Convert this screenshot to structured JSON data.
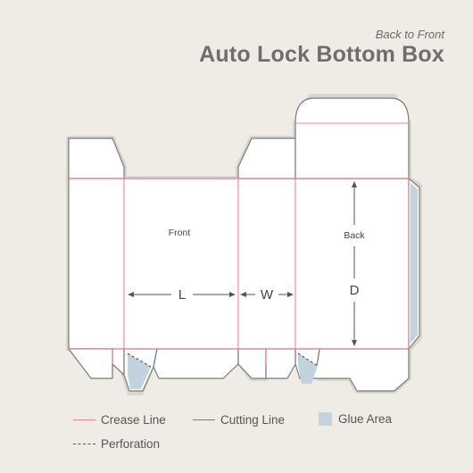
{
  "header": {
    "subtitle": "Back to Front",
    "title": "Auto Lock Bottom Box"
  },
  "panels": {
    "front": "Front",
    "back": "Back"
  },
  "dimensions": {
    "length": "L",
    "width": "W",
    "depth": "D"
  },
  "legend": {
    "crease": "Crease Line",
    "cutting": "Cutting Line",
    "glue": "Glue Area",
    "perforation": "Perforation"
  },
  "colors": {
    "crease": "#e8898a",
    "cutting": "#7a7a7a",
    "glue": "#c2d3e0",
    "panel": "#ffffff",
    "background": "#efece6"
  }
}
